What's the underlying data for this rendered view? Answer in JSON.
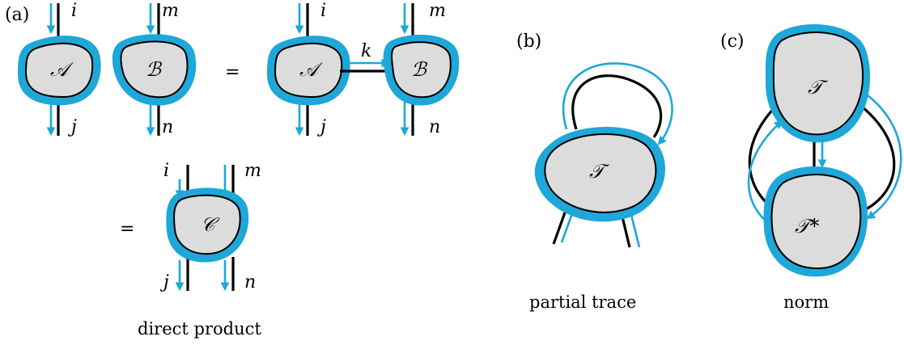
{
  "panels": {
    "a": {
      "label": "(a)",
      "tensor_a": "𝒜",
      "tensor_b": "ℬ",
      "tensor_c": "𝒞",
      "idx_i": "i",
      "idx_j": "j",
      "idx_m": "m",
      "idx_n": "n",
      "idx_k": "k",
      "equals": "=",
      "caption": "direct product"
    },
    "b": {
      "label": "(b)",
      "tensor": "𝒯",
      "caption": "partial trace"
    },
    "c": {
      "label": "(c)",
      "tensor": "𝒯",
      "tensor_conj": "𝒯*",
      "caption": "norm"
    }
  },
  "colors": {
    "halo": "#1ea7d8",
    "blob_fill": "#dcdcdc",
    "line": "#000000"
  }
}
